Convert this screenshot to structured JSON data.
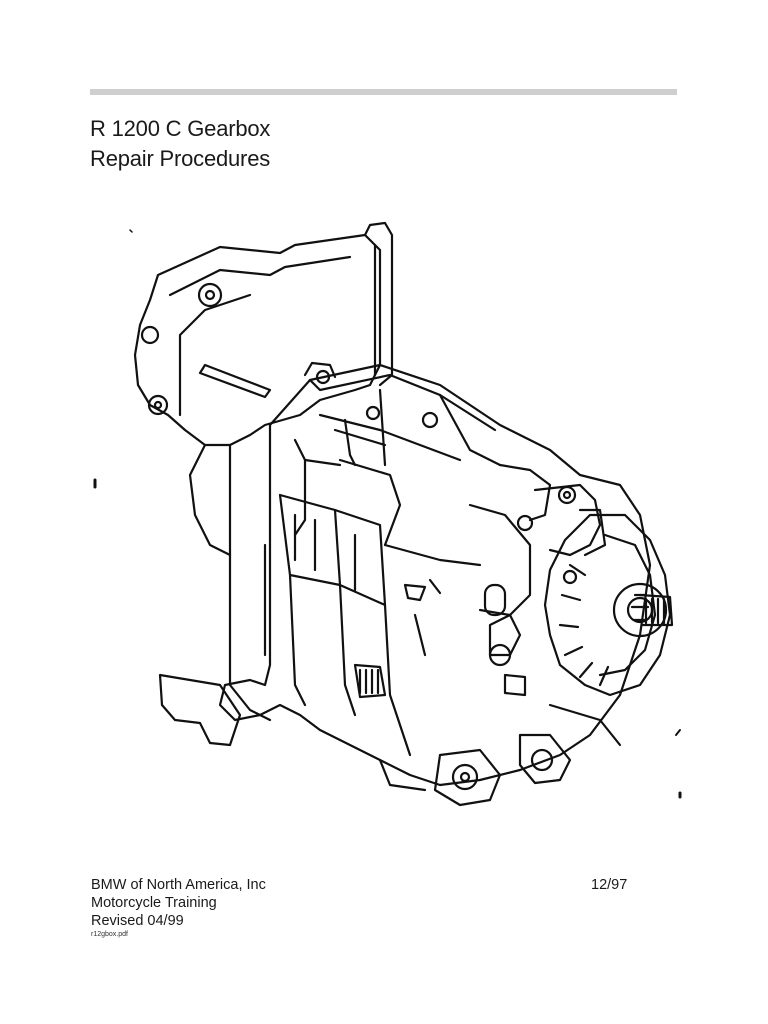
{
  "document": {
    "title_line1": "R 1200 C Gearbox",
    "title_line2": "Repair Procedures",
    "illustration": "gearbox-line-drawing"
  },
  "footer": {
    "publisher": "BMW of North America, Inc",
    "department": "Motorcycle Training",
    "revision": "Revised 04/99",
    "filename": "r12gbox.pdf",
    "date": "12/97"
  }
}
